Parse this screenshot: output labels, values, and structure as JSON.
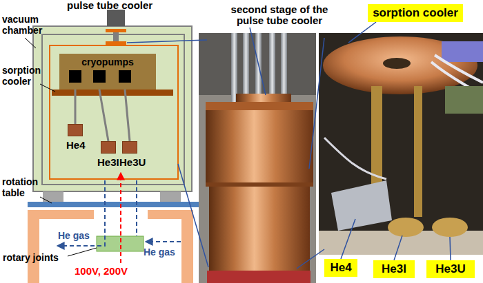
{
  "diagram": {
    "nodes": [
      {
        "text": [
          "cryopumps"
        ]
      },
      {
        "text": [
          "He4"
        ]
      },
      {
        "text": [
          "He3I"
        ]
      },
      {
        "text": [
          "He3U"
        ]
      },
      {
        "text": [
          "sorption cooler"
        ]
      },
      {
        "text": [
          "He4"
        ]
      },
      {
        "text": [
          "He3I"
        ]
      },
      {
        "text": [
          "He3U"
        ]
      }
    ],
    "edges": [
      {
        "from": 0,
        "to": 1,
        "arrow": "none"
      },
      {
        "from": 0,
        "to": 2,
        "arrow": "none"
      },
      {
        "from": 0,
        "to": 3,
        "arrow": "none"
      }
    ],
    "labels": [
      "pulse tube cooler",
      "vacuum chamber",
      "sorption cooler",
      "rotation table",
      "He gas",
      "He gas",
      "rotary joints",
      "100V, 200V",
      "second stage of the pulse tube cooler"
    ]
  }
}
